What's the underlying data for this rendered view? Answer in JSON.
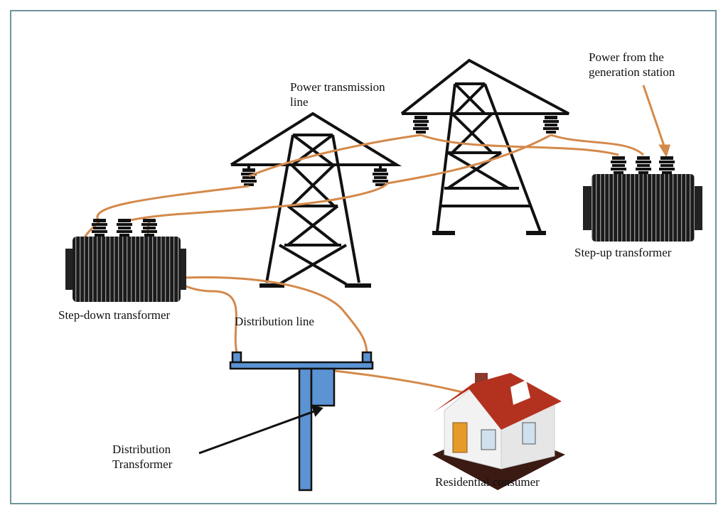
{
  "labels": {
    "power_transmission_line": [
      "Power transmission",
      "line"
    ],
    "power_from_generation": [
      "Power from the",
      "generation station"
    ],
    "step_up_transformer": "Step-up transformer",
    "step_down_transformer": "Step-down transformer",
    "distribution_line": "Distribution line",
    "distribution_transformer": [
      "Distribution",
      "Transformer"
    ],
    "residential_consumer": "Residential consumer"
  },
  "colors": {
    "wire": "#d4894a",
    "pole": "#5b93d3",
    "tower": "#111111",
    "transformer": "#1a1a1a",
    "roof": "#b3321f",
    "frame": "#6e959c"
  }
}
